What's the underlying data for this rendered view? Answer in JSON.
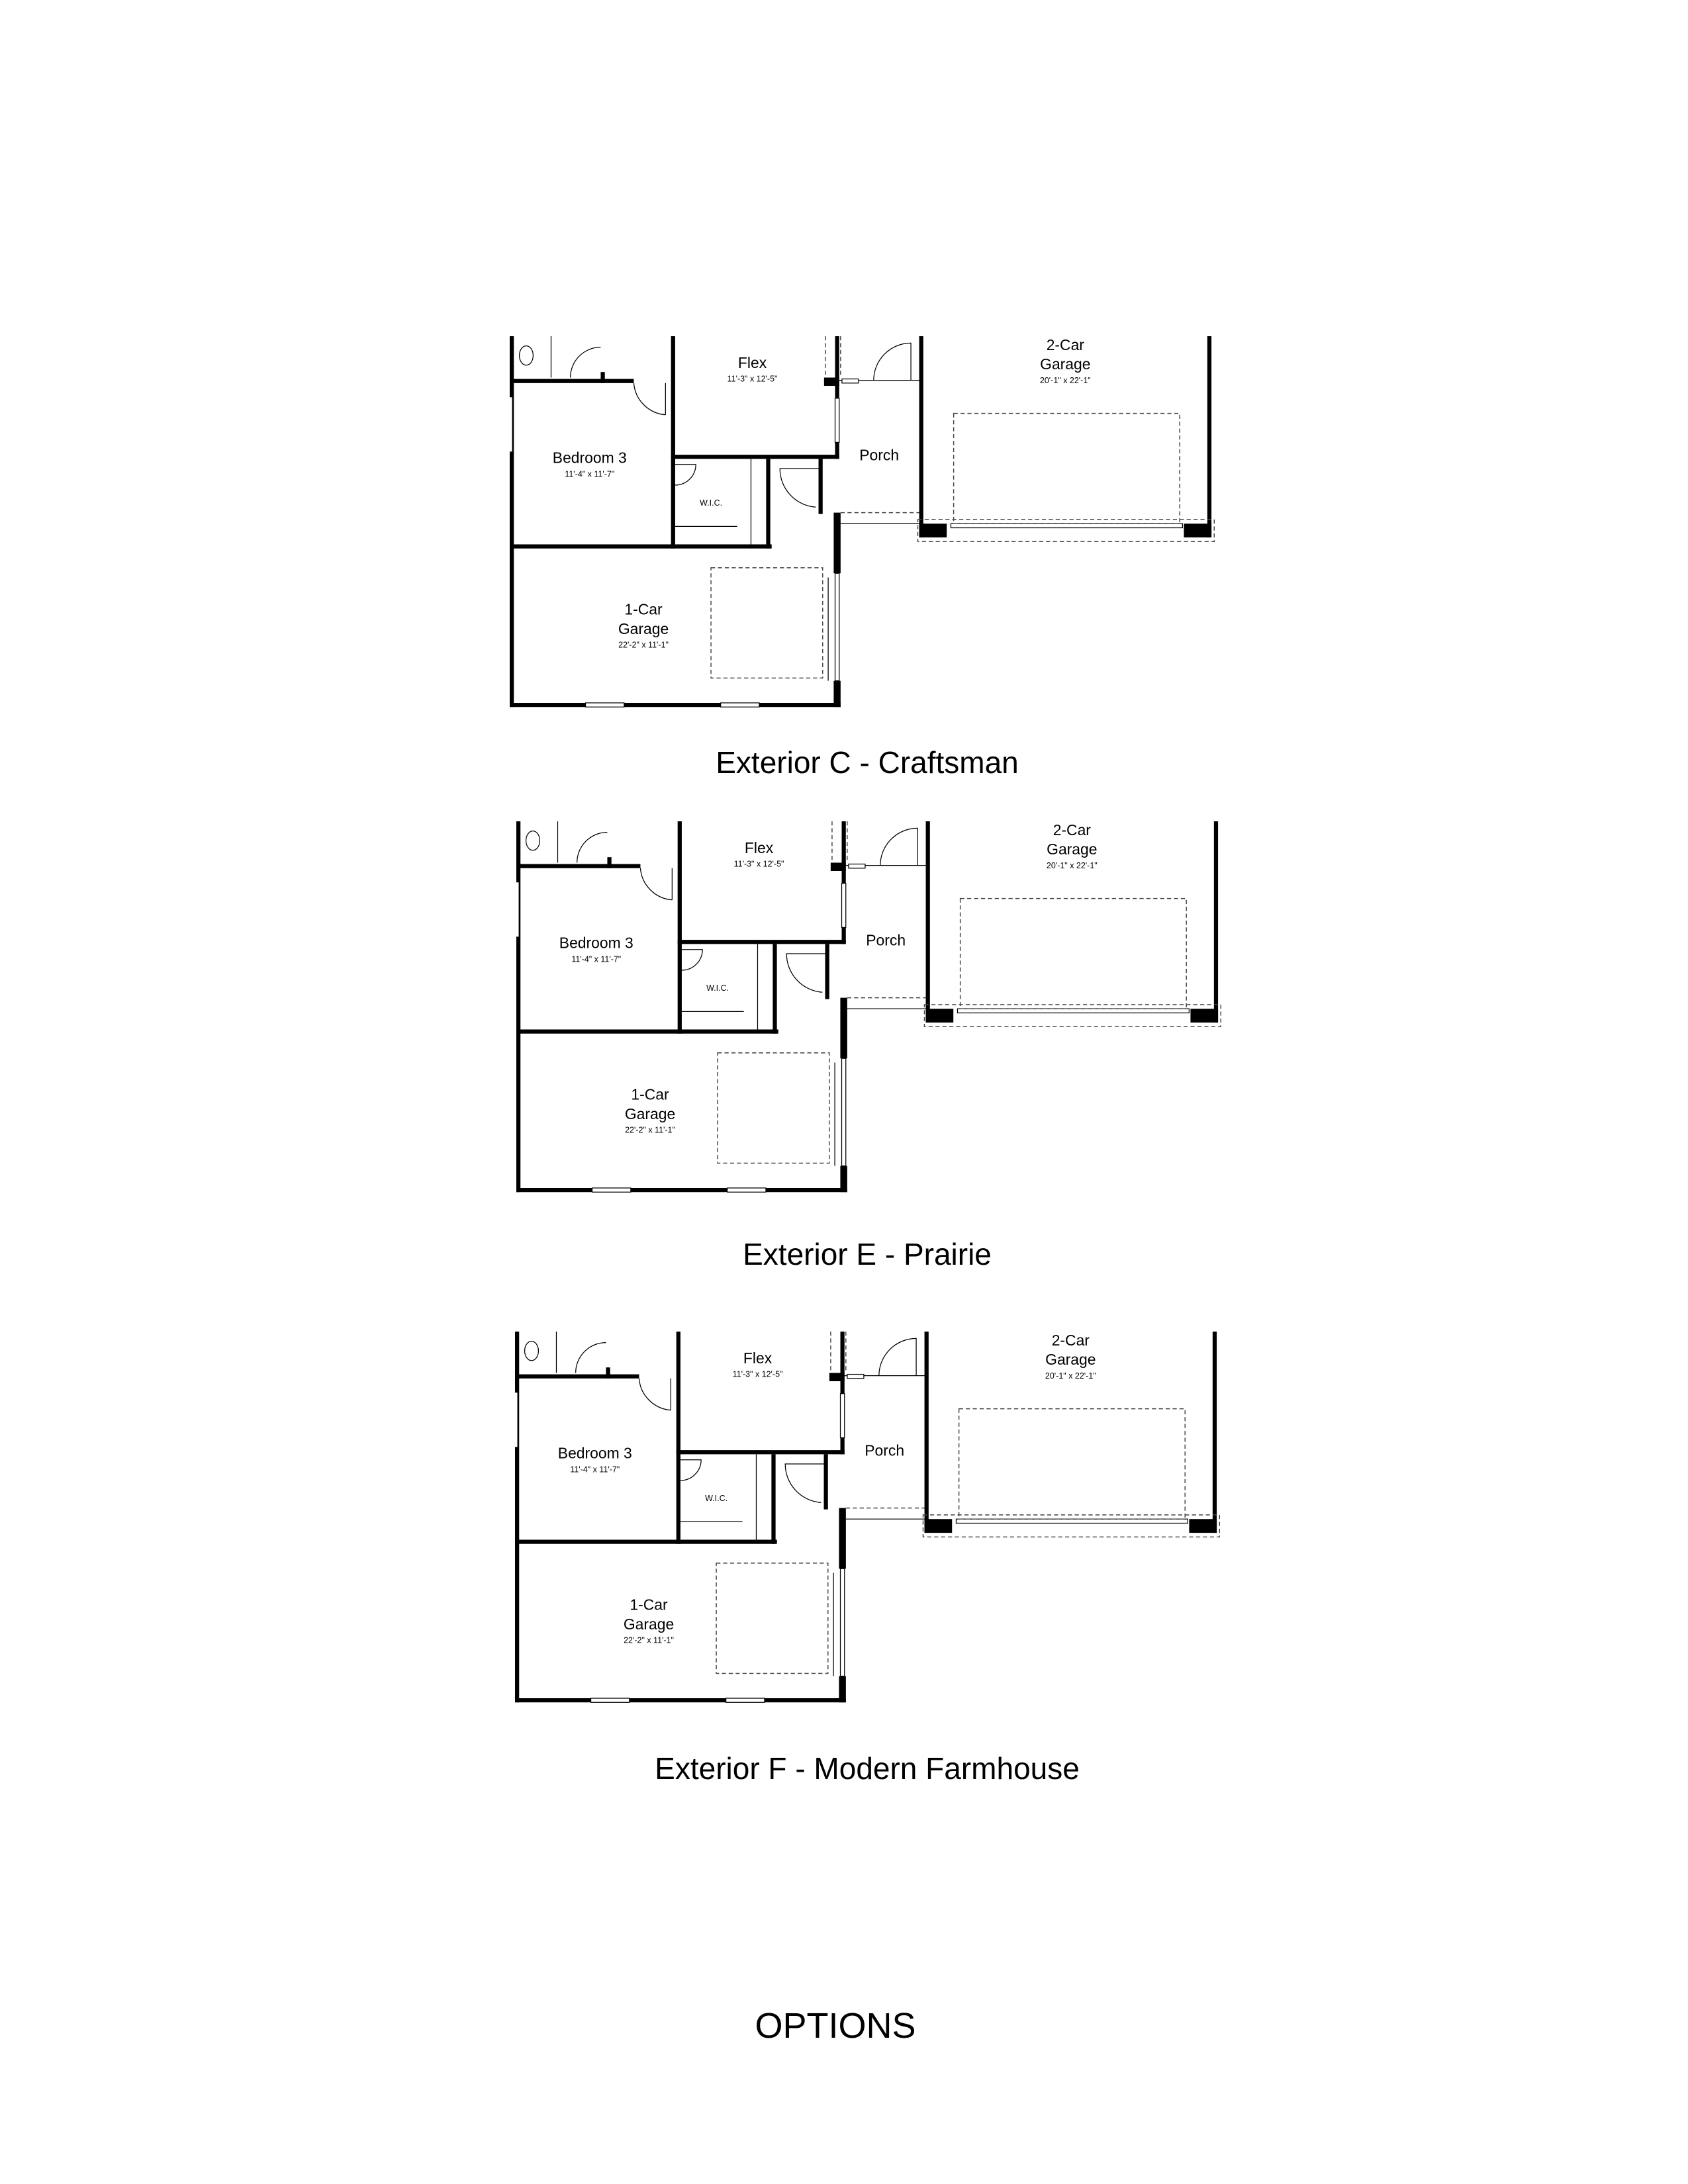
{
  "plans": [
    {
      "caption": "Exterior C - Craftsman",
      "rooms": {
        "flex": {
          "name": "Flex",
          "dims": "11'-3\" x 12'-5\""
        },
        "bedroom3": {
          "name": "Bedroom 3",
          "dims": "11'-4\" x 11'-7\""
        },
        "wic": {
          "name": "W.I.C."
        },
        "porch": {
          "name": "Porch"
        },
        "garage2": {
          "name1": "2-Car",
          "name2": "Garage",
          "dims": "20'-1\" x 22'-1\""
        },
        "garage1": {
          "name1": "1-Car",
          "name2": "Garage",
          "dims": "22'-2\" x 11'-1\""
        }
      }
    },
    {
      "caption": "Exterior E - Prairie",
      "rooms": {
        "flex": {
          "name": "Flex",
          "dims": "11'-3\" x 12'-5\""
        },
        "bedroom3": {
          "name": "Bedroom 3",
          "dims": "11'-4\" x 11'-7\""
        },
        "wic": {
          "name": "W.I.C."
        },
        "porch": {
          "name": "Porch"
        },
        "garage2": {
          "name1": "2-Car",
          "name2": "Garage",
          "dims": "20'-1\" x 22'-1\""
        },
        "garage1": {
          "name1": "1-Car",
          "name2": "Garage",
          "dims": "22'-2\" x 11'-1\""
        }
      }
    },
    {
      "caption": "Exterior F - Modern Farmhouse",
      "rooms": {
        "flex": {
          "name": "Flex",
          "dims": "11'-3\" x 12'-5\""
        },
        "bedroom3": {
          "name": "Bedroom 3",
          "dims": "11'-4\" x 11'-7\""
        },
        "wic": {
          "name": "W.I.C."
        },
        "porch": {
          "name": "Porch"
        },
        "garage2": {
          "name1": "2-Car",
          "name2": "Garage",
          "dims": "20'-1\" x 22'-1\""
        },
        "garage1": {
          "name1": "1-Car",
          "name2": "Garage",
          "dims": "22'-2\" x 11'-1\""
        }
      }
    }
  ],
  "footer": {
    "title": "OPTIONS"
  }
}
